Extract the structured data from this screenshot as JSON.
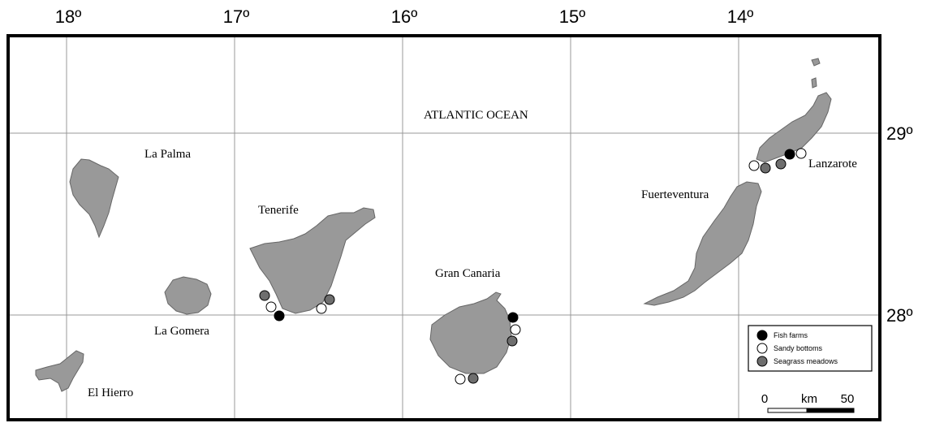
{
  "longitude_ticks": [
    "18º",
    "17º",
    "16º",
    "15º",
    "14º"
  ],
  "latitude_ticks": [
    "29º",
    "28º"
  ],
  "ocean_label": "ATLANTIC OCEAN",
  "islands": {
    "la_palma": "La Palma",
    "tenerife": "Tenerife",
    "la_gomera": "La Gomera",
    "el_hierro": "El Hierro",
    "gran_canaria": "Gran Canaria",
    "fuerteventura": "Fuerteventura",
    "lanzarote": "Lanzarote"
  },
  "legend": {
    "fish_farms": "Fish farms",
    "sandy_bottoms": "Sandy bottoms",
    "seagrass_meadows": "Seagrass meadows"
  },
  "scale": {
    "start": "0",
    "unit": "km",
    "end": "50"
  },
  "colors": {
    "land": "#999999",
    "fish_farm": "#000000",
    "sandy_bottom": "#ffffff",
    "seagrass": "#6e6e6e",
    "grid": "#999999",
    "frame": "#000000"
  }
}
